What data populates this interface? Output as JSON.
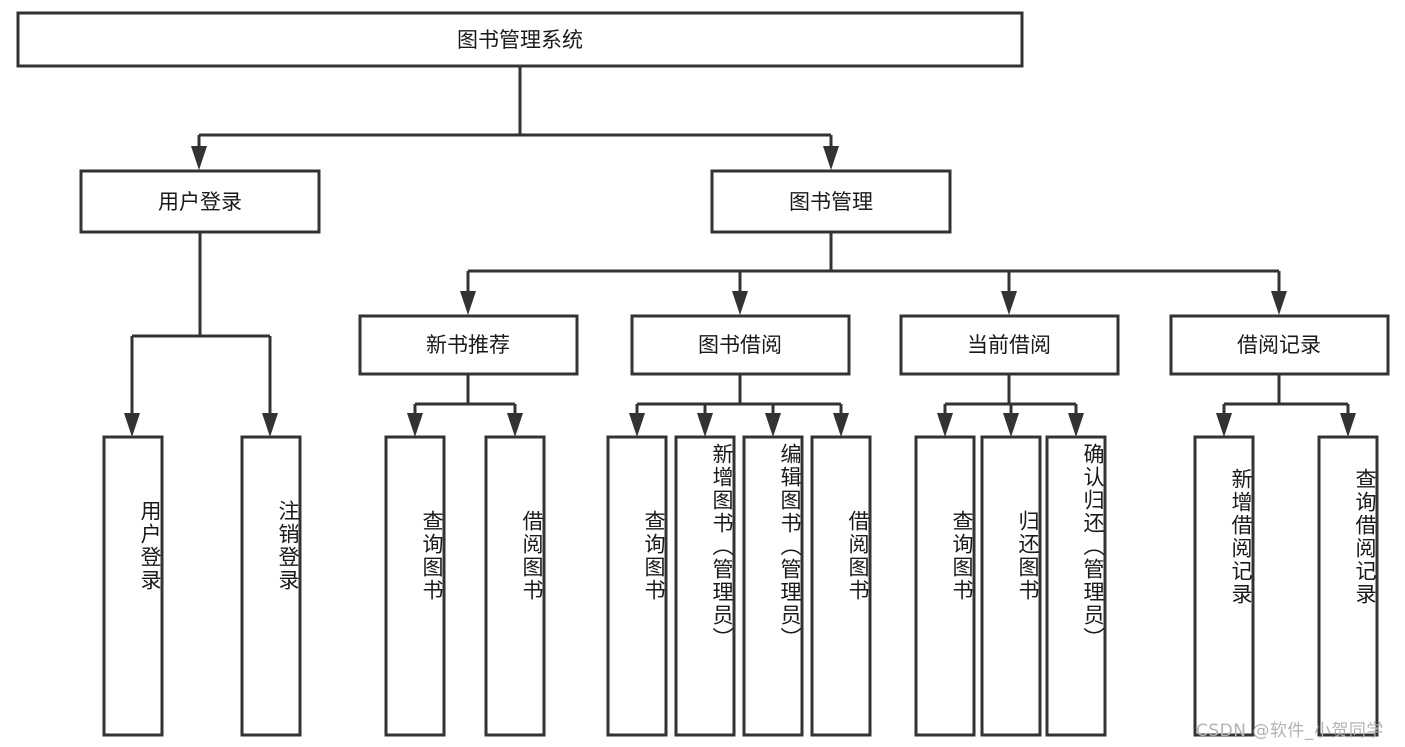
{
  "diagram": {
    "type": "tree",
    "title": "图书管理系统",
    "orientation": "top-down",
    "background_color": "#ffffff",
    "line_color": "#333333",
    "box_fill": "#ffffff",
    "text_color": "#1a1a1a"
  },
  "root": {
    "label": "图书管理系统"
  },
  "level1": {
    "user_login": {
      "label": "用户登录"
    },
    "book_manage": {
      "label": "图书管理"
    }
  },
  "level2": {
    "new_book_rec": {
      "label": "新书推荐"
    },
    "book_borrow": {
      "label": "图书借阅"
    },
    "current_borrow": {
      "label": "当前借阅"
    },
    "borrow_record": {
      "label": "借阅记录"
    }
  },
  "leaves": {
    "user_login": [
      {
        "label": "用户登录"
      },
      {
        "label": "注销登录"
      }
    ],
    "new_book_rec": [
      {
        "label": "查询图书"
      },
      {
        "label": "借阅图书"
      }
    ],
    "book_borrow": [
      {
        "label": "查询图书"
      },
      {
        "label": "新增图书（管理员）"
      },
      {
        "label": "编辑图书（管理员）"
      },
      {
        "label": "借阅图书"
      }
    ],
    "current_borrow": [
      {
        "label": "查询图书"
      },
      {
        "label": "归还图书"
      },
      {
        "label": "确认归还（管理员）"
      }
    ],
    "borrow_record": [
      {
        "label": "新增借阅记录"
      },
      {
        "label": "查询借阅记录"
      }
    ]
  },
  "watermark": {
    "text": "CSDN @软件_小贺同学"
  }
}
